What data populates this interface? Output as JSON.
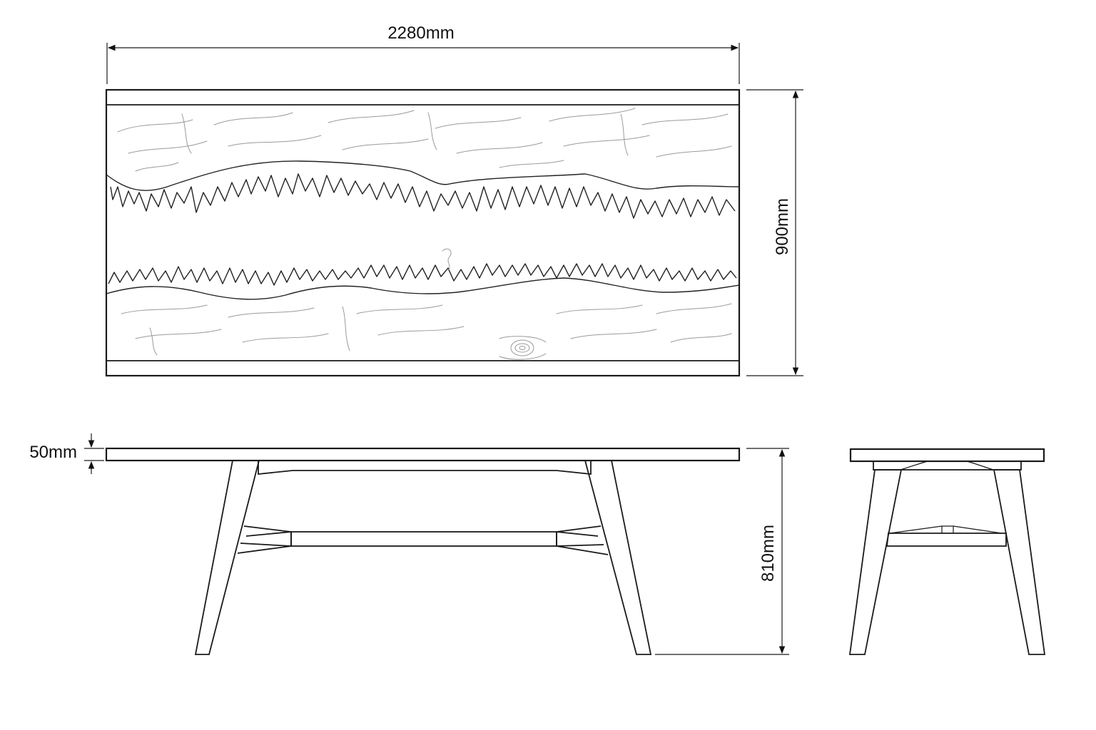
{
  "dimensions": {
    "length": "2280mm",
    "width": "900mm",
    "top_thickness": "50mm",
    "height": "810mm"
  },
  "colors": {
    "line": "#1a1a1a",
    "grain": "#9a9a9a",
    "background": "#ffffff"
  }
}
